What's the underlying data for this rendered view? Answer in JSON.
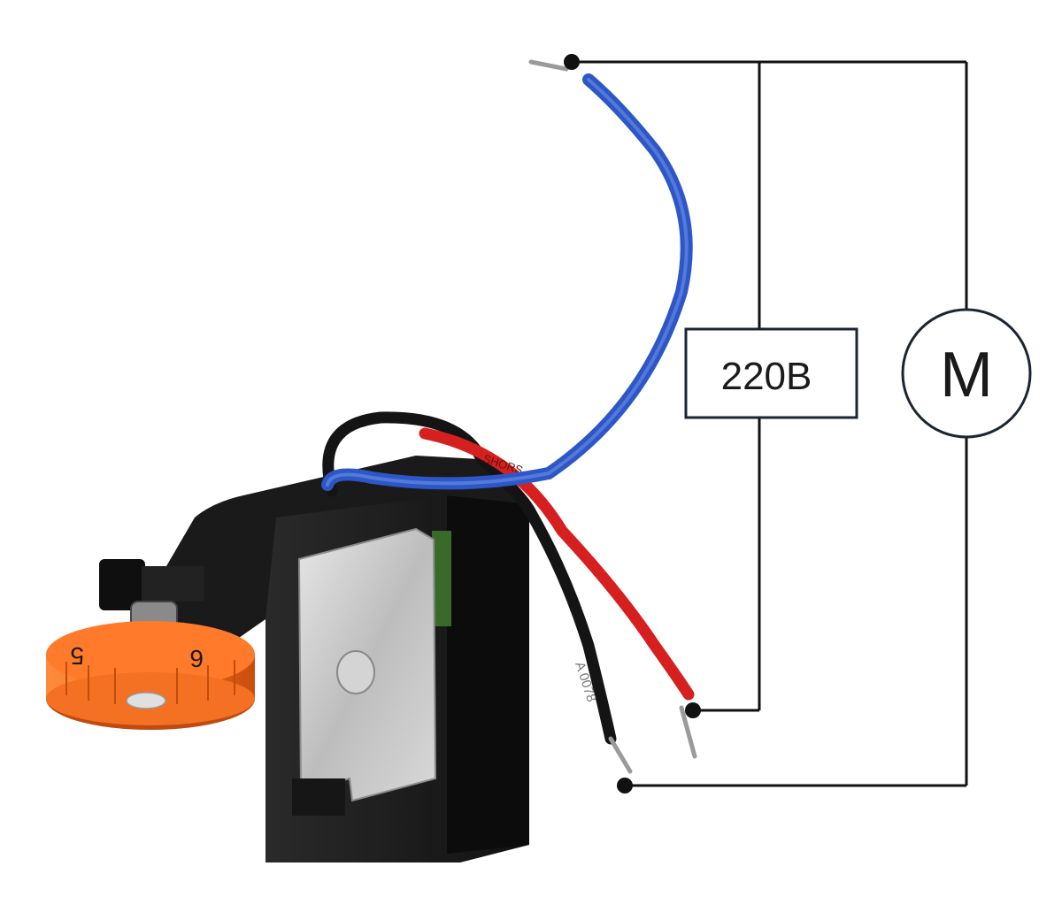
{
  "diagram": {
    "supply_label": "220В",
    "motor_label": "M",
    "dial_numbers": [
      "5",
      "6"
    ],
    "wire_print_red": "SHORS",
    "wire_print_black": "A 0078",
    "colors": {
      "schematic_line": "#111111",
      "box_border": "#1c2433",
      "wire_blue": "#2d57c6",
      "wire_red": "#d62020",
      "wire_black": "#141414",
      "housing": "#1b1b1b",
      "heatsink": "#c9c9c9",
      "dial": "#f26a1b"
    }
  }
}
